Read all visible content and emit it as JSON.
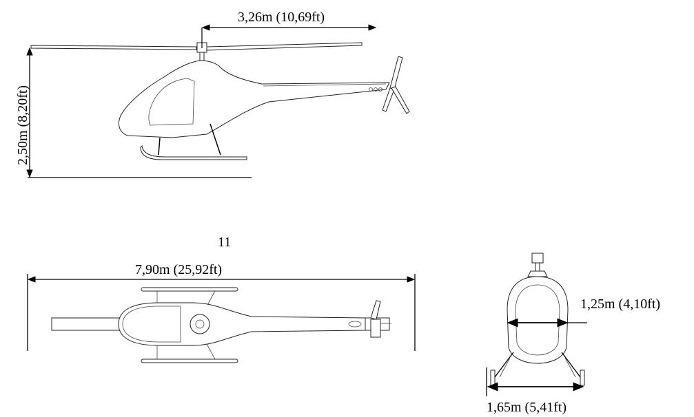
{
  "dimensions": {
    "rotor_radius": "3,26m (10,69ft)",
    "height": "2,50m (8,20ft)",
    "figure_number": "11",
    "length": "7,90m (25,92ft)",
    "cabin_width": "1,25m (4,10ft)",
    "skid_width": "1,65m (5,41ft)"
  },
  "views": [
    "side-view",
    "top-view",
    "front-view"
  ]
}
